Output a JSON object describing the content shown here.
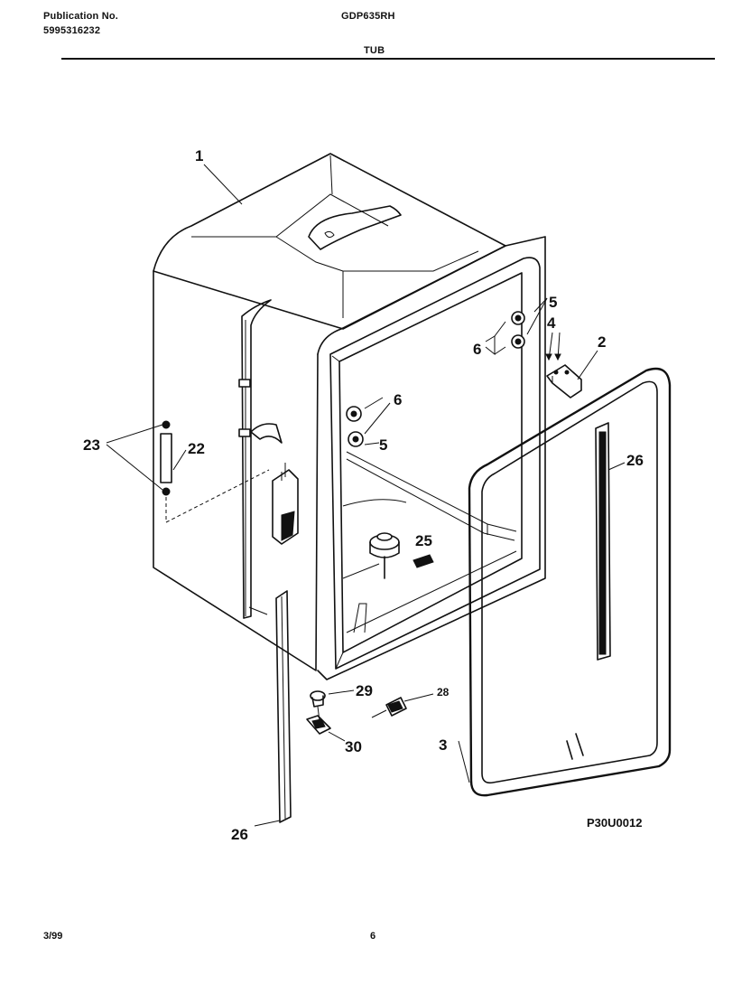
{
  "header": {
    "publication_label": "Publication No.",
    "publication_number": "5995316232",
    "model_number": "GDP635RH",
    "section_title": "TUB"
  },
  "diagram": {
    "callouts": {
      "tub": "1",
      "hinge_bracket": "2",
      "tub_gasket": "3",
      "bolts": "4",
      "nut_upper": "5",
      "nut_lower": "5",
      "washer_upper": "6",
      "washer_lower": "6",
      "screws": "23",
      "side_bracket": "22",
      "float": "25",
      "seal_right": "26",
      "seal_left": "26",
      "switch": "28",
      "plug": "29",
      "fitting": "30"
    },
    "drawing_code": "P30U0012"
  },
  "footer": {
    "date": "3/99",
    "page": "6"
  }
}
